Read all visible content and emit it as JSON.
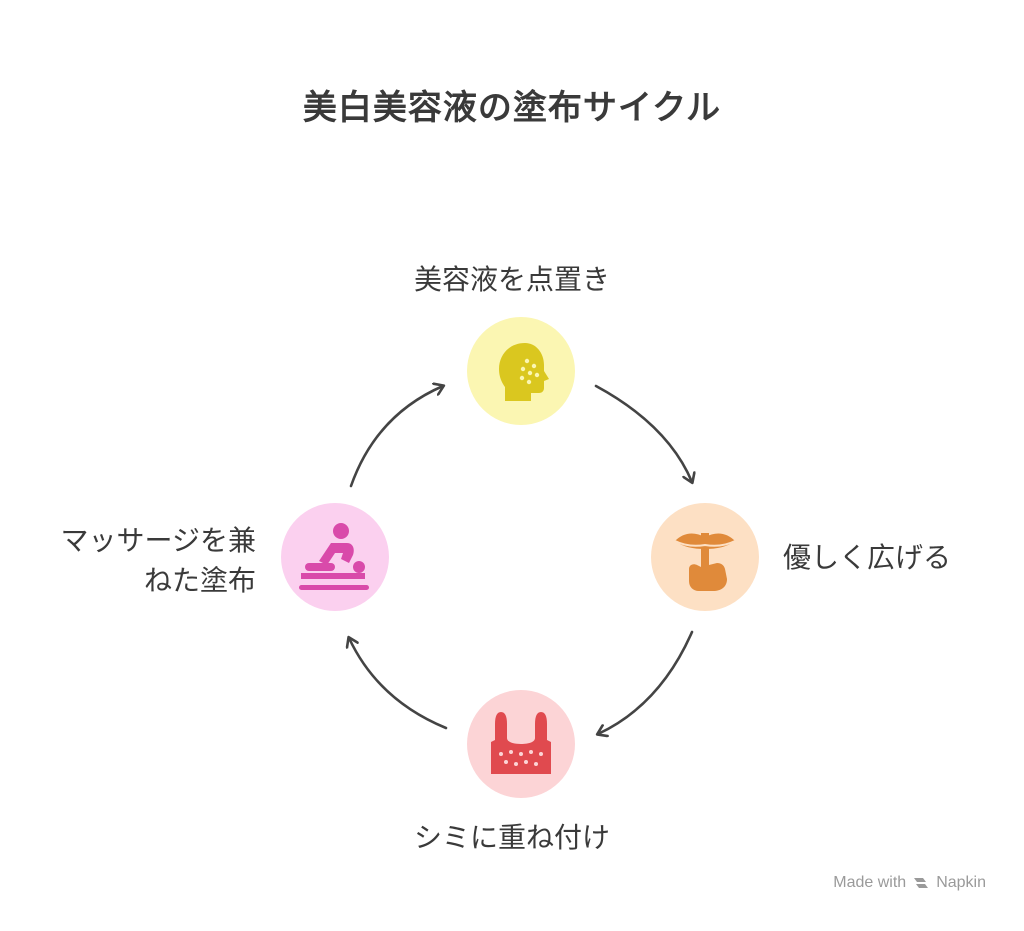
{
  "title": "美白美容液の塗布サイクル",
  "colors": {
    "top_bg": "#fbf6b2",
    "top_icon": "#dac71f",
    "right_bg": "#fde0c4",
    "right_icon": "#e08a3a",
    "bottom_bg": "#fcd4d6",
    "bottom_icon": "#e04a4f",
    "left_bg": "#fbd0ef",
    "left_icon": "#d94aaa",
    "arrow": "#444444"
  },
  "steps": [
    {
      "id": "top",
      "label": "美容液を点置き",
      "icon": "face-dots-icon"
    },
    {
      "id": "right",
      "label": "優しく広げる",
      "icon": "finger-lips-icon"
    },
    {
      "id": "bottom",
      "label": "シミに重ね付け",
      "icon": "skin-layers-icon"
    },
    {
      "id": "left",
      "label_line1": "マッサージを兼",
      "label_line2": "ねた塗布",
      "icon": "massage-icon"
    }
  ],
  "watermark": {
    "prefix": "Made with",
    "brand": "Napkin"
  }
}
